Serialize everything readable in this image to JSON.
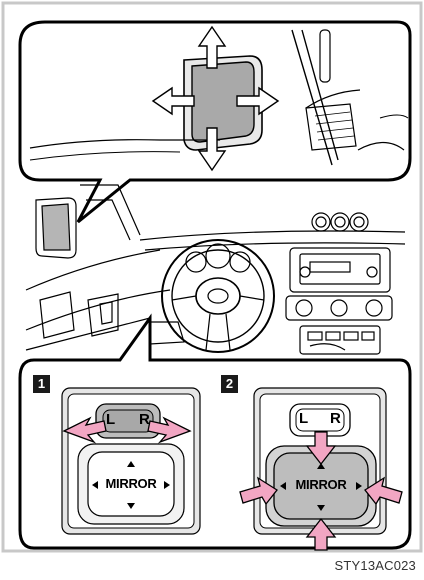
{
  "figure_code": "STY13AC023",
  "steps": [
    {
      "number": "1",
      "switch": {
        "left_label": "L",
        "right_label": "R",
        "pad_label": "MIRROR"
      }
    },
    {
      "number": "2",
      "switch": {
        "left_label": "L",
        "right_label": "R",
        "pad_label": "MIRROR"
      }
    }
  ],
  "colors": {
    "accent_arrow": "#f2a6c3",
    "panel_gray": "#bdbdbd",
    "frame_gray": "#d9d9d9"
  }
}
